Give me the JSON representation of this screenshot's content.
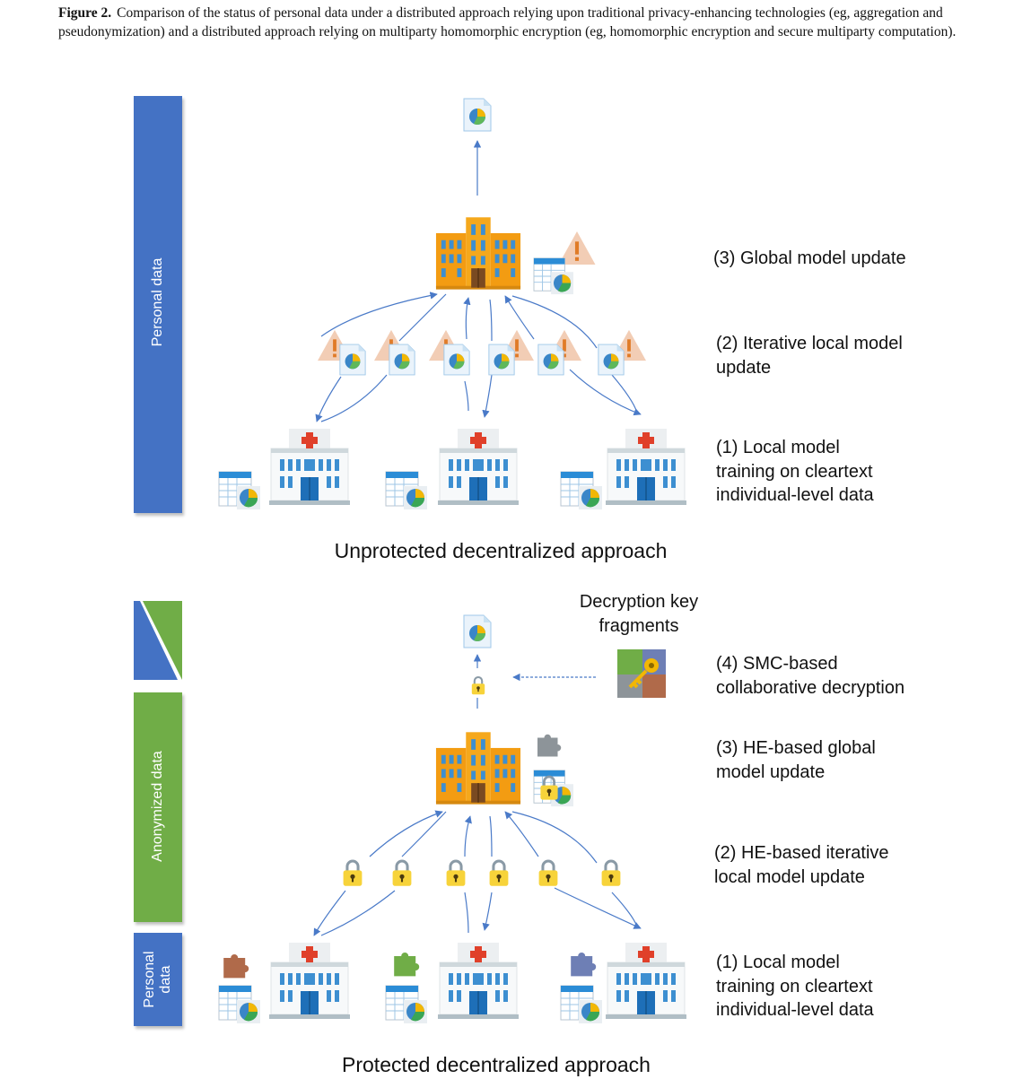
{
  "caption": {
    "label": "Figure 2.",
    "text": "Comparison of the status of personal data under a distributed approach relying upon traditional privacy-enhancing technologies (eg, aggregation and pseudonymization) and a distributed approach relying on multiparty homomorphic encryption (eg, homomorphic encryption and secure multiparty computation)."
  },
  "top_panel": {
    "bar_label": "Personal data",
    "title": "Unprotected decentralized approach",
    "steps": {
      "step3": "(3) Global model update",
      "step2": "(2) Iterative local model\nupdate",
      "step1": "(1) Local model\ntraining on cleartext\nindividual-level data"
    }
  },
  "bottom_panel": {
    "bar_label_anonymized": "Anonymized data",
    "bar_label_personal": "Personal\ndata",
    "title": "Protected decentralized approach",
    "key_fragments_label": "Decryption key\nfragments",
    "steps": {
      "step4": "(4) SMC-based\ncollaborative decryption",
      "step3": "(3) HE-based global\nmodel update",
      "step2": "(2) HE-based iterative\nlocal model update",
      "step1": "(1) Local model\ntraining on cleartext\nindividual-level data"
    }
  },
  "colors": {
    "personal_blue": "#4472c4",
    "anonymized_green": "#70ad47",
    "arrow": "#4a7ac8",
    "building_orange": "#f4a31c",
    "hospital_red": "#e0402a",
    "warning": "#f2c4a8"
  },
  "icons": [
    "document-chart-icon",
    "building-icon",
    "hospital-icon",
    "spreadsheet-icon",
    "warning-icon",
    "lock-icon",
    "puzzle-icon",
    "key-icon"
  ]
}
